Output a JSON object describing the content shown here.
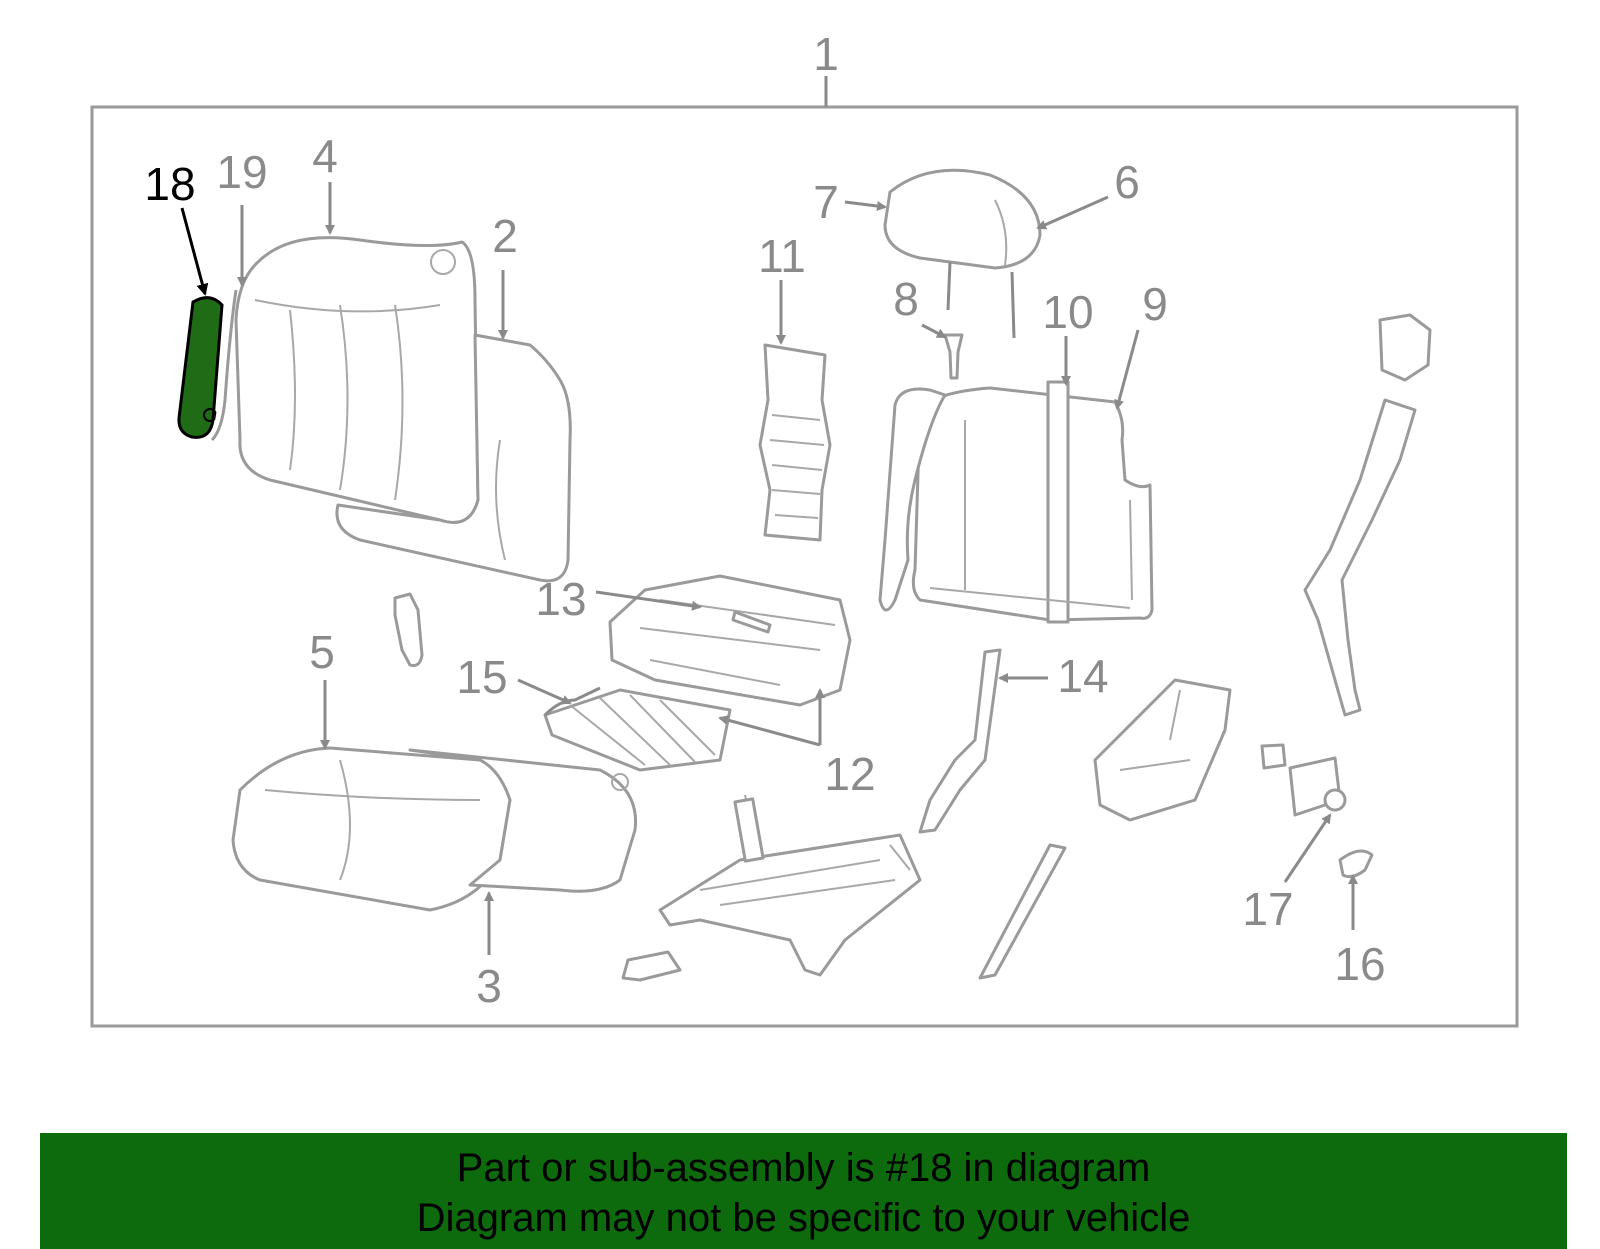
{
  "callouts": {
    "c1": "1",
    "c2": "2",
    "c3": "3",
    "c4": "4",
    "c5": "5",
    "c6": "6",
    "c7": "7",
    "c8": "8",
    "c9": "9",
    "c10": "10",
    "c11": "11",
    "c12": "12",
    "c13": "13",
    "c14": "14",
    "c15": "15",
    "c16": "16",
    "c17": "17",
    "c18": "18",
    "c19": "19"
  },
  "highlight_color": "#1f6b16",
  "banner": {
    "line1": "Part or sub-assembly is #18 in diagram",
    "line2": "Diagram may not be specific to your vehicle",
    "color": "#0d6b0d"
  }
}
